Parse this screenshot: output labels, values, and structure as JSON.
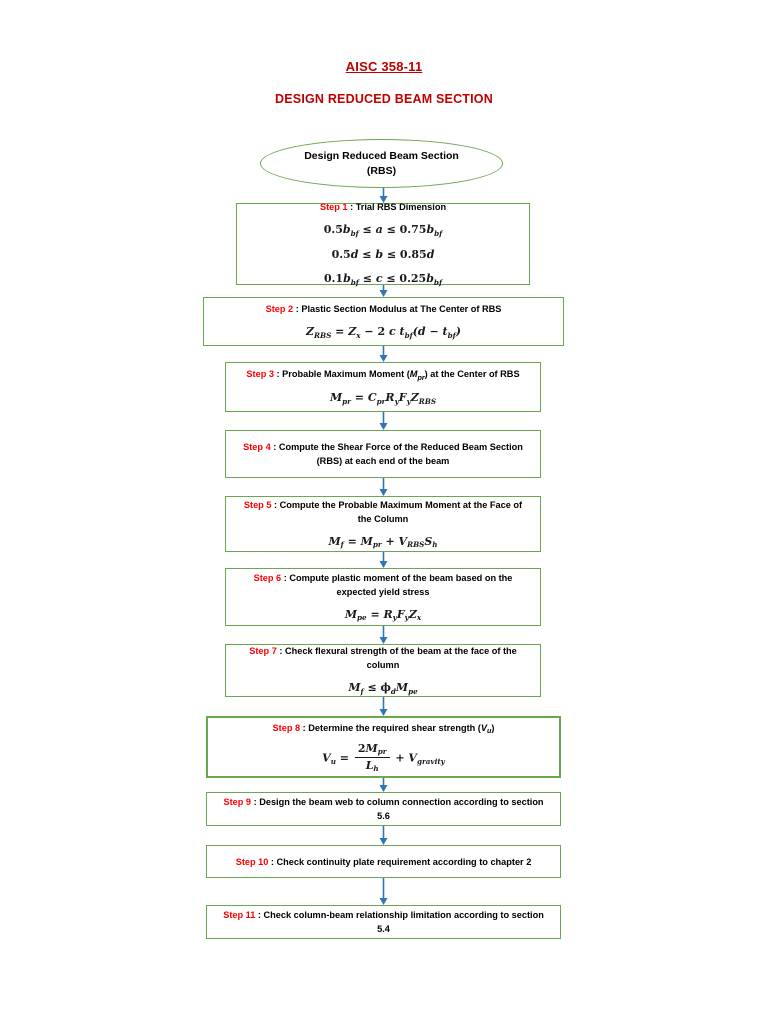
{
  "title": {
    "line1": "AISC 358-11",
    "line2": "DESIGN REDUCED BEAM SECTION"
  },
  "start_node": {
    "line1": "Design Reduced Beam Section",
    "line2": "(RBS)"
  },
  "colors": {
    "title_red": "#c00000",
    "step_red": "#ff0000",
    "box_green": "#6aa84f",
    "arrow_blue": "#2e75b6",
    "text_black": "#000000"
  },
  "steps": [
    {
      "label": "Step 1",
      "sep": " : ",
      "text": "Trial RBS Dimension",
      "equations": [
        "0.5b_bf ≤ a ≤ 0.75b_bf",
        "0.5d ≤ b ≤ 0.85d",
        "0.1b_bf ≤ c ≤ 0.25b_bf"
      ]
    },
    {
      "label": "Step 2",
      "sep": " : ",
      "text": "Plastic Section Modulus at The Center of RBS",
      "equations": [
        "Z_RBS = Z_x − 2 c t_bf(d − t_bf)"
      ]
    },
    {
      "label": "Step 3",
      "sep": " : ",
      "text": "Probable Maximum Moment (M_pr) at the Center of RBS",
      "equations": [
        "M_pr = C_pr R_y F_y Z_RBS"
      ]
    },
    {
      "label": "Step 4",
      "sep": " : ",
      "text": "Compute the Shear Force of the Reduced Beam Section (RBS) at each end of the beam",
      "equations": []
    },
    {
      "label": "Step 5",
      "sep": " : ",
      "text": "Compute the Probable Maximum Moment at the Face of the Column",
      "equations": [
        "M_f = M_pr + V_RBS S_h"
      ]
    },
    {
      "label": "Step 6",
      "sep": " : ",
      "text": "Compute plastic moment of the beam based on the expected yield stress",
      "equations": [
        "M_pe = R_y F_y Z_x"
      ]
    },
    {
      "label": "Step 7",
      "sep": " : ",
      "text": "Check flexural strength of the beam at the face of the column",
      "equations": [
        "M_f ≤ ϕ_d M_pe"
      ]
    },
    {
      "label": "Step 8",
      "sep": " : ",
      "text": "Determine the required shear strength (V_u)",
      "equations": [
        "V_u = 2M_pr / L_h + V_gravity"
      ]
    },
    {
      "label": "Step 9",
      "sep": " : ",
      "text": "Design the beam web to column connection according to section 5.6",
      "equations": []
    },
    {
      "label": "Step 10",
      "sep": " : ",
      "text": "Check continuity plate requirement according to chapter 2",
      "equations": []
    },
    {
      "label": "Step 11",
      "sep": " : ",
      "text": "Check column-beam relationship limitation according to section 5.4",
      "equations": []
    }
  ]
}
